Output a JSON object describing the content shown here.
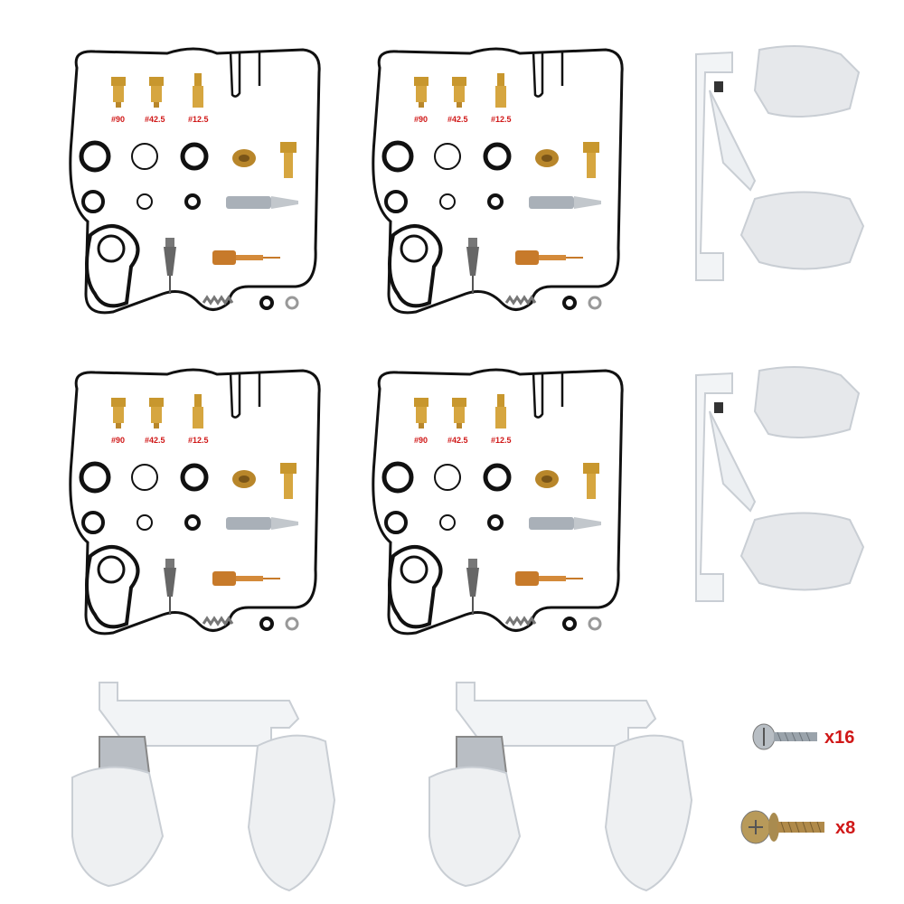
{
  "colors": {
    "label_red": "#d01818",
    "brass": "#c8972e",
    "copper": "#c77a2a",
    "steel": "#a9b0b8",
    "gasket": "#111111",
    "plastic": "#eef0f2"
  },
  "kit": {
    "jet_labels": [
      "#90",
      "#42.5",
      "#12.5"
    ],
    "count": 4
  },
  "floats": {
    "count": 4
  },
  "screws": [
    {
      "icon": "pan-head-screw",
      "qty": "x16"
    },
    {
      "icon": "washer-head-screw",
      "qty": "x8"
    }
  ]
}
